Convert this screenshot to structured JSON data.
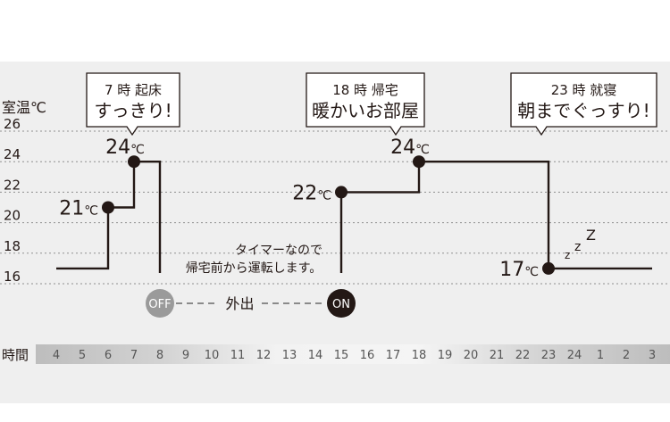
{
  "chart_data": {
    "type": "line",
    "ylabel": "室温℃",
    "xlabel": "時間",
    "y_ticks": [
      16,
      18,
      20,
      22,
      24,
      26
    ],
    "ylim": [
      14.5,
      27
    ],
    "x_ticks": [
      "4",
      "5",
      "6",
      "7",
      "8",
      "9",
      "10",
      "11",
      "12",
      "13",
      "14",
      "15",
      "16",
      "17",
      "18",
      "19",
      "20",
      "21",
      "22",
      "23",
      "24",
      "1",
      "2",
      "3"
    ],
    "grid": true,
    "series": [
      {
        "points": [
          [
            4,
            17
          ],
          [
            6,
            17
          ],
          [
            6,
            21
          ],
          [
            7,
            21
          ],
          [
            7,
            24
          ],
          [
            8,
            24
          ],
          [
            8,
            16.7
          ]
        ]
      },
      {
        "points": [
          [
            15,
            16.7
          ],
          [
            15,
            22
          ],
          [
            18,
            22
          ],
          [
            18,
            24
          ],
          [
            23,
            24
          ],
          [
            23,
            17
          ],
          [
            27,
            17
          ]
        ]
      }
    ],
    "markers": [
      {
        "x": 6,
        "y": 21,
        "value": "21",
        "unit": "℃"
      },
      {
        "x": 7,
        "y": 24,
        "value": "24",
        "unit": "℃"
      },
      {
        "x": 15,
        "y": 22,
        "value": "22",
        "unit": "℃"
      },
      {
        "x": 18,
        "y": 24,
        "value": "24",
        "unit": "℃"
      },
      {
        "x": 23,
        "y": 17,
        "value": "17",
        "unit": "℃"
      }
    ],
    "callouts": [
      {
        "x": 7,
        "line1": "7 時 起床",
        "line2": "すっきり!"
      },
      {
        "x": 18,
        "line1": "18 時 帰宅",
        "line2": "暖かいお部屋"
      },
      {
        "x": 23,
        "line1": "23 時 就寝",
        "line2": "朝までぐっすり!"
      }
    ],
    "badges": [
      {
        "x": 8,
        "label": "OFF",
        "color": "#9a9a9a"
      },
      {
        "x": 15,
        "label": "ON",
        "color": "#231815"
      }
    ],
    "away_label": "外出",
    "note": [
      "タイマーなので",
      "帰宅前から運転します。"
    ],
    "sleep_mark": [
      "z",
      "z",
      "Z"
    ]
  }
}
